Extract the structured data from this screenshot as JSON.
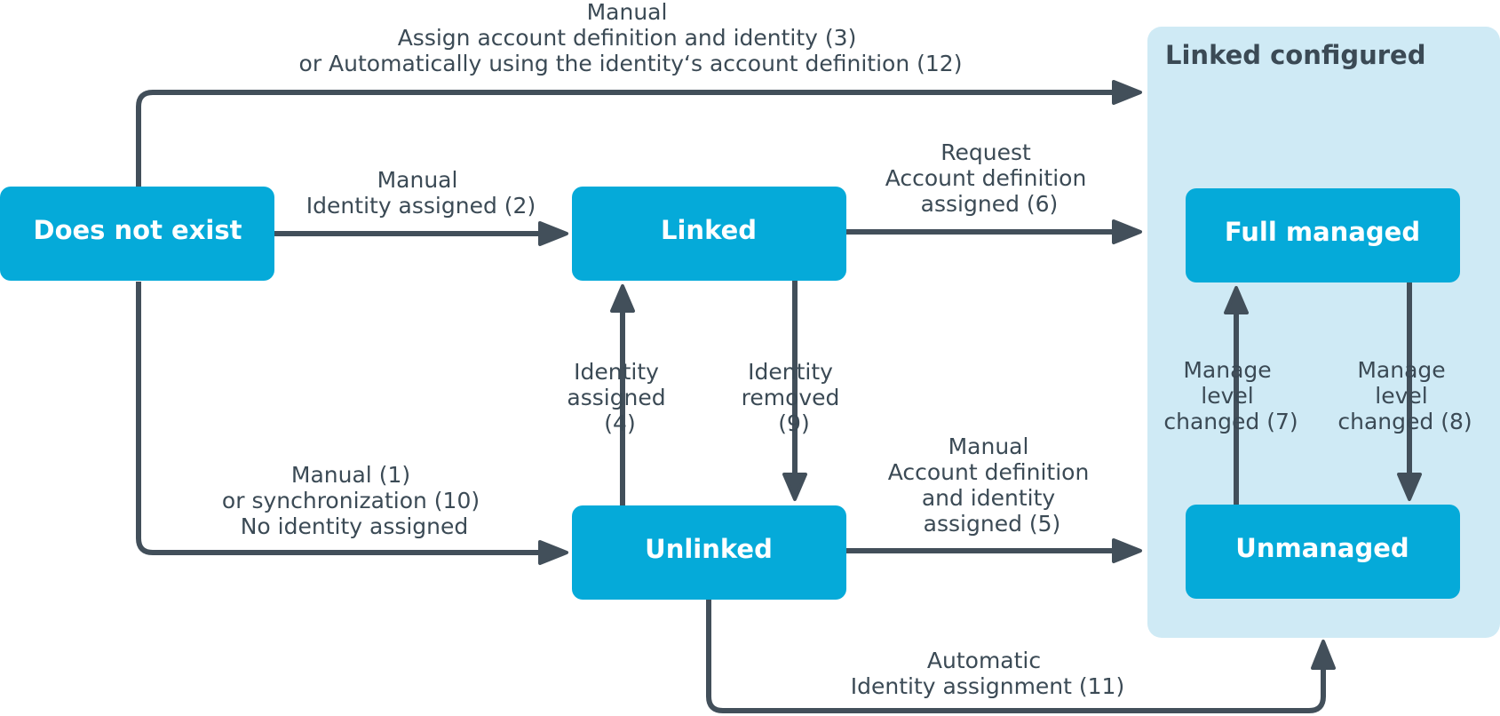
{
  "group": {
    "title": "Linked configured"
  },
  "nodes": {
    "does_not_exist": "Does not exist",
    "linked": "Linked",
    "unlinked": "Unlinked",
    "full_managed": "Full managed",
    "unmanaged": "Unmanaged"
  },
  "edge_labels": {
    "top": [
      "Manual",
      "Assign account definition and identity (3)",
      "or Automatically using the identity‘s account definition (12)"
    ],
    "identity_assigned_2": [
      "Manual",
      "Identity assigned (2)"
    ],
    "account_def_6": [
      "Request",
      "Account definition",
      "assigned (6)"
    ],
    "no_identity": [
      "Manual (1)",
      "or synchronization (10)",
      "No identity assigned"
    ],
    "identity_assigned_4": [
      "Identity",
      "assigned",
      "(4)"
    ],
    "identity_removed_9": [
      "Identity",
      "removed",
      "(9)"
    ],
    "account_def_5": [
      "Manual",
      "Account definition",
      "and identity",
      "assigned (5)"
    ],
    "manage_level_7": [
      "Manage",
      "level",
      "changed (7)"
    ],
    "manage_level_8": [
      "Manage",
      "level",
      "changed (8)"
    ],
    "automatic_11": [
      "Automatic",
      "Identity assignment (11)"
    ]
  }
}
